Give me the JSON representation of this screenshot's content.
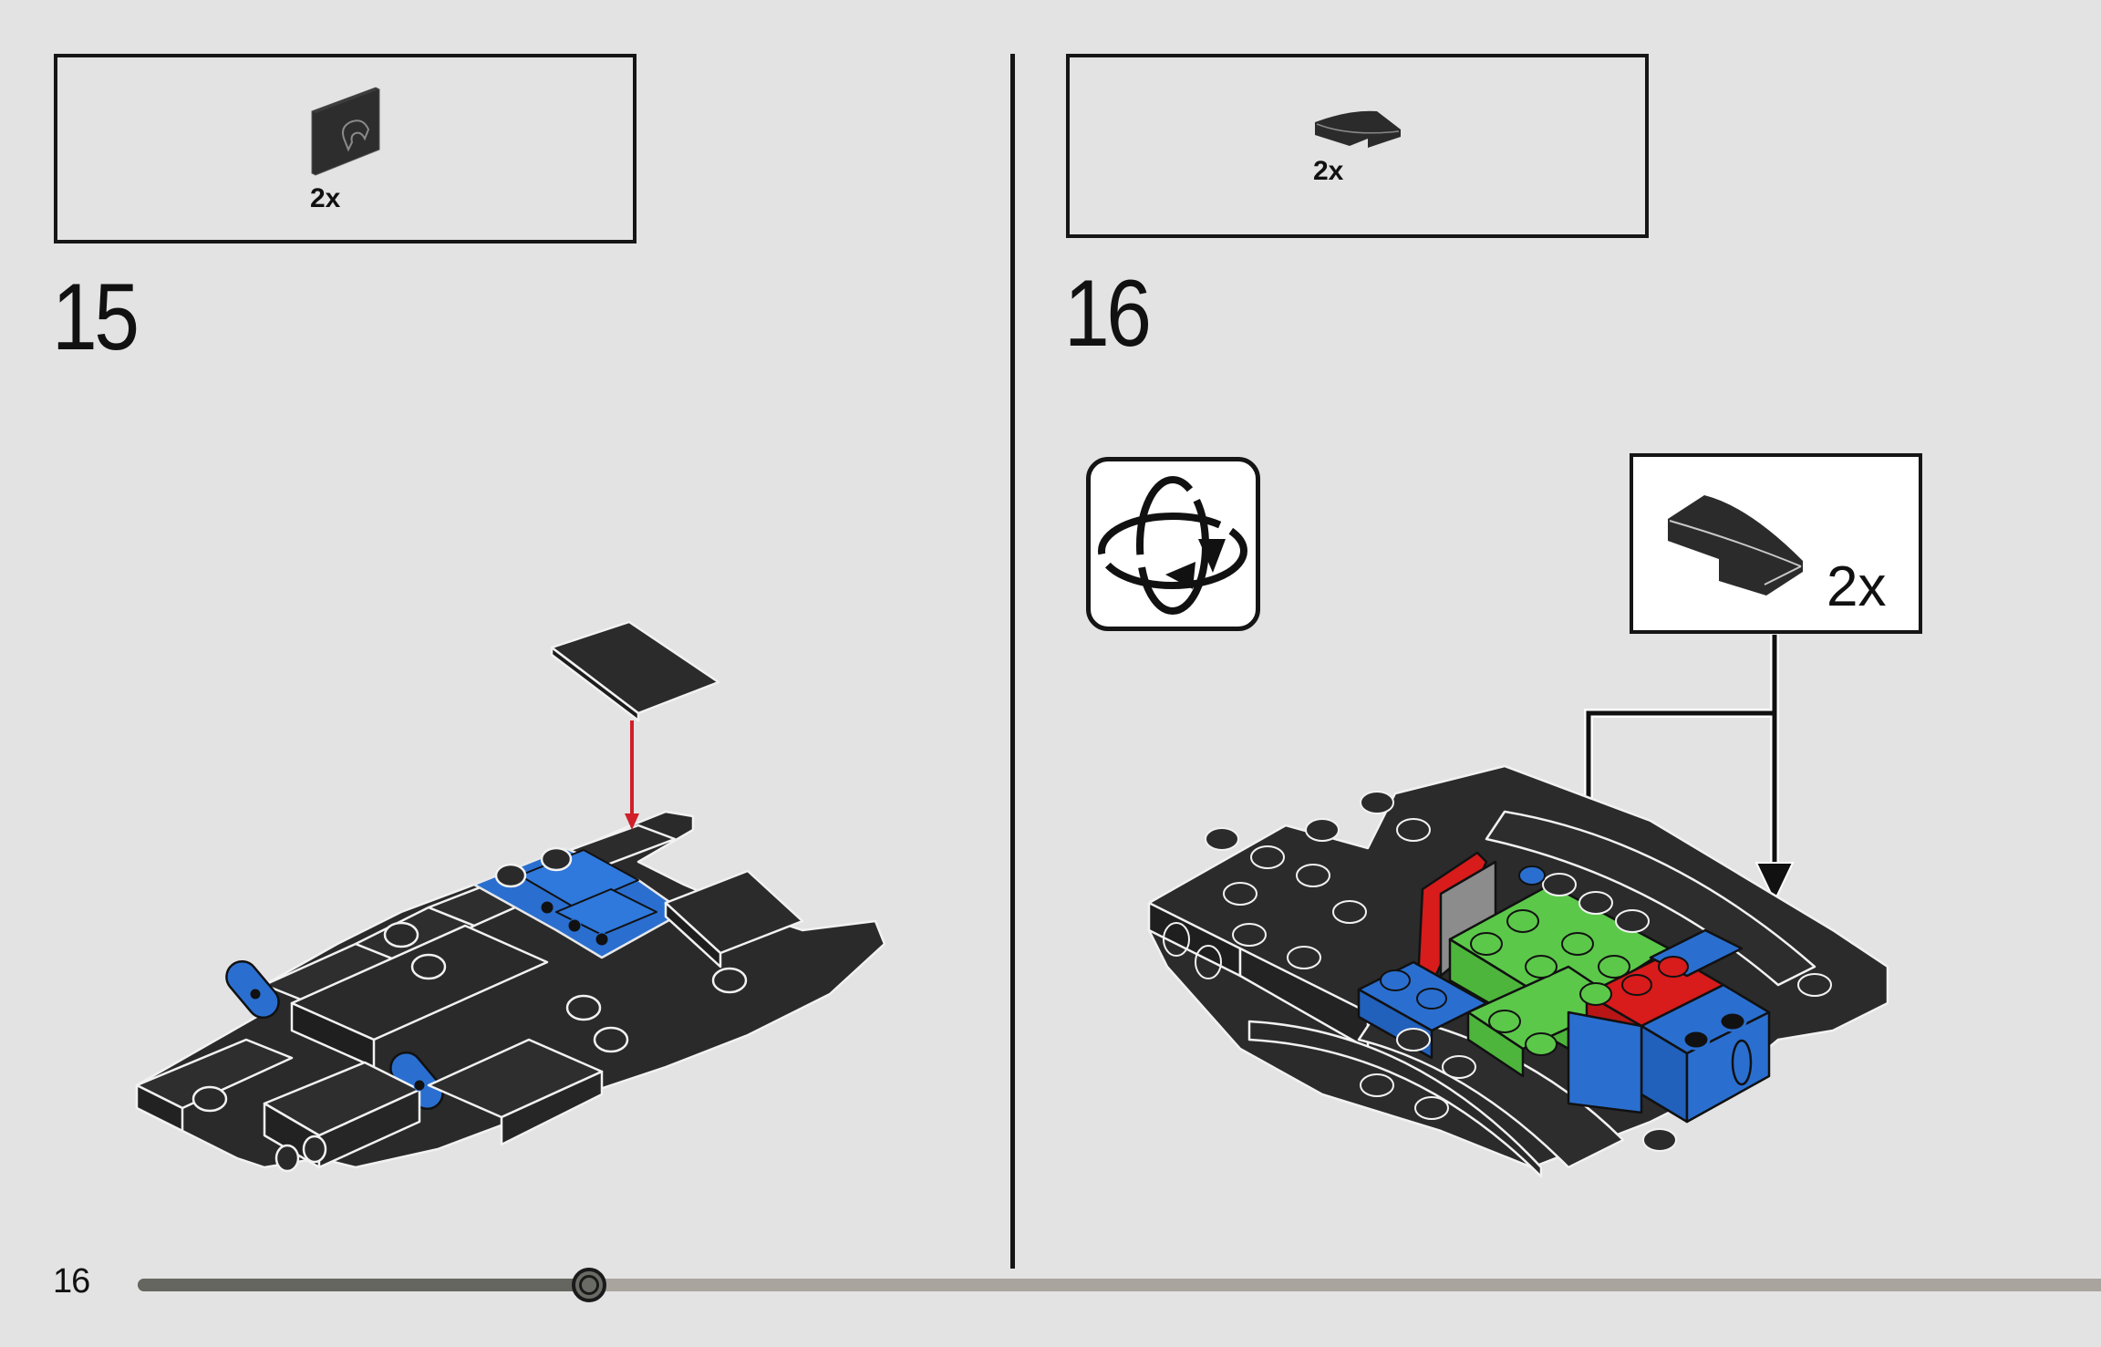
{
  "page": {
    "number": "16",
    "background": "#e3e3e3",
    "progress": {
      "percent": 23,
      "fill_color": "#65665f",
      "track_color": "#aaa49f"
    }
  },
  "steps": [
    {
      "number": "15",
      "parts_list": [
        {
          "part": "dark-grey-2x2-tile-with-clip",
          "quantity": "2x"
        }
      ],
      "model": {
        "description": "dark grey chassis with blue plates; a 2x2 dark tile descends onto the blue area",
        "arrow_color": "#d0202a"
      }
    },
    {
      "number": "16",
      "parts_list": [
        {
          "part": "dark-grey-1x2-curved-slope",
          "quantity": "2x"
        }
      ],
      "rotate_icon": "rotate-model-icon",
      "callout": {
        "part": "dark-grey-1x2-curved-slope",
        "quantity": "2x"
      },
      "model": {
        "description": "dark grey chassis with green, blue, and red bricks; arrows show two curved slopes placed on each side",
        "colors": {
          "dark": "#2b2b2b",
          "green": "#5cc84a",
          "blue": "#2a6fd0",
          "red": "#d81b1b",
          "grey": "#8a8a8a"
        }
      }
    }
  ]
}
